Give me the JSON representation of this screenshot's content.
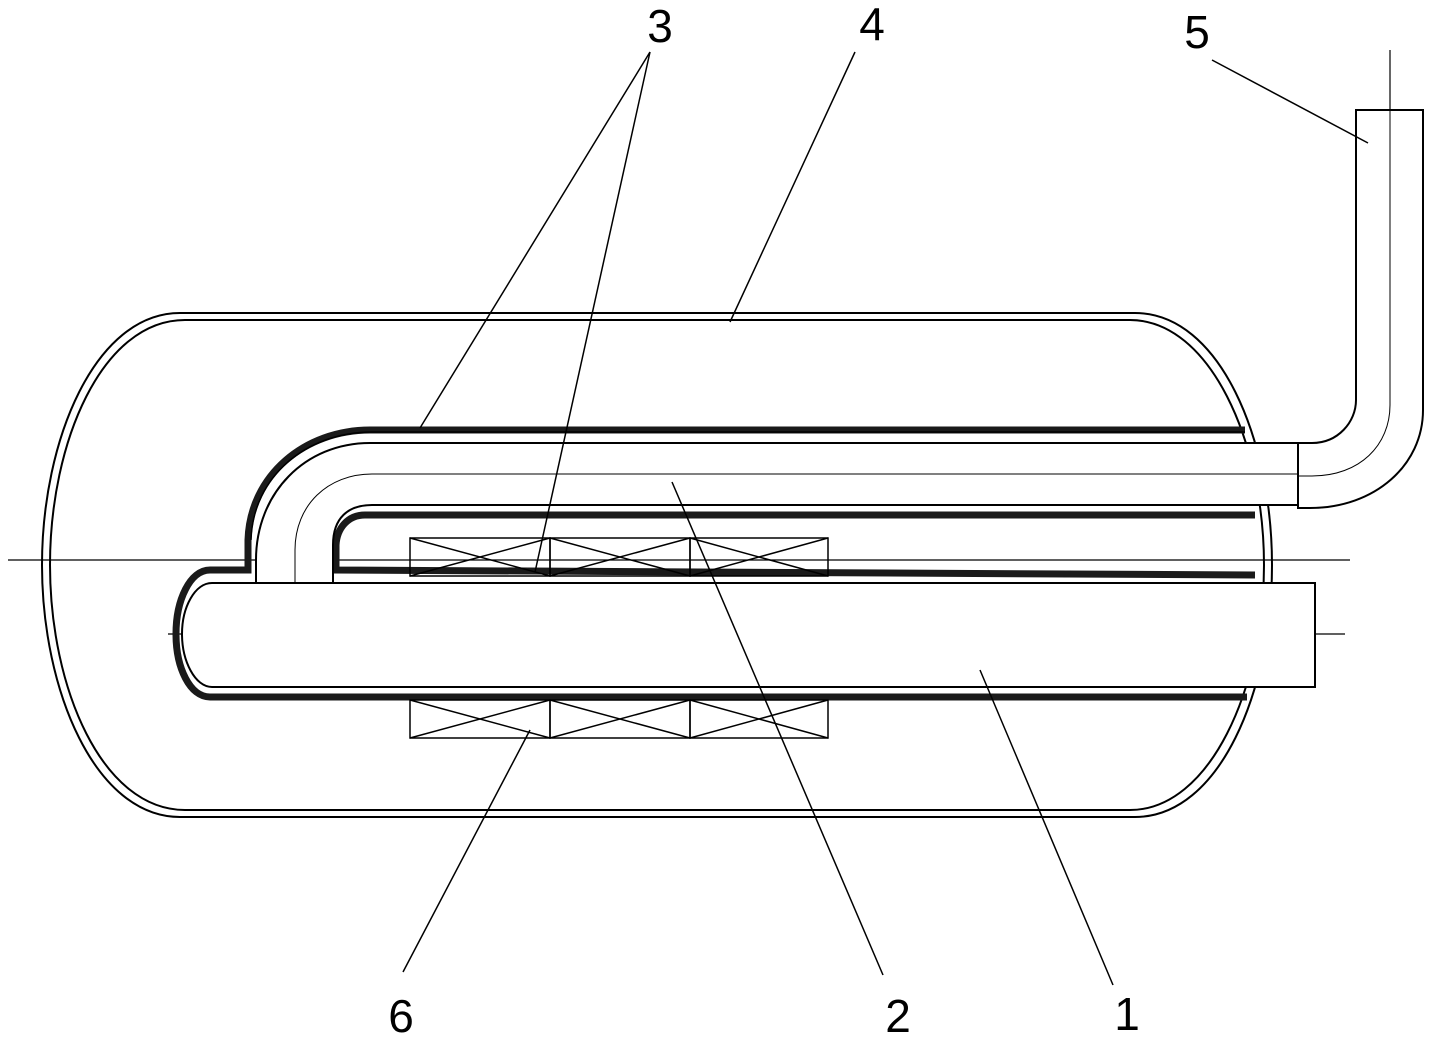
{
  "labels": {
    "l1": "1",
    "l2": "2",
    "l3": "3",
    "l4": "4",
    "l5": "5",
    "l6": "6"
  },
  "colors": {
    "stroke": "#000000",
    "background": "#ffffff",
    "insulation": "#1a1a1a"
  }
}
